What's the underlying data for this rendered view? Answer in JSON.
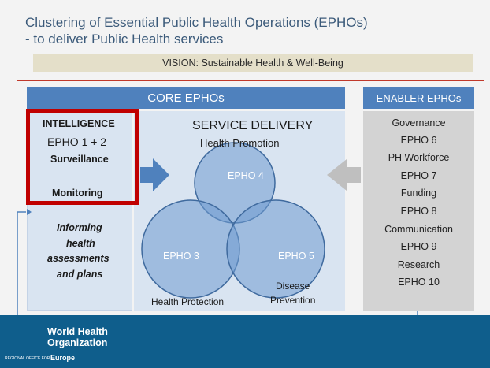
{
  "title": {
    "line1": "Clustering of Essential Public Health Operations (EPHOs)",
    "line2": "- to deliver Public Health services"
  },
  "vision": "VISION:  Sustainable Health & Well-Being",
  "core_header": "CORE EPHOs",
  "enabler_header": "ENABLER EPHOs",
  "intelligence": {
    "title": "INTELLIGENCE",
    "epho": "EPHO 1 + 2",
    "surveillance": "Surveillance",
    "monitoring": "Monitoring",
    "informing_lines": [
      "Informing",
      "health",
      "assessments",
      "and plans"
    ]
  },
  "service_delivery": {
    "title": "SERVICE DELIVERY",
    "health_promotion": "Health Promotion",
    "health_protection": "Health Protection",
    "disease_prevention_lines": [
      "Disease",
      "Prevention"
    ]
  },
  "circles": {
    "top": "EPHO 4",
    "left": "EPHO 3",
    "right": "EPHO 5"
  },
  "enablers": [
    "Governance",
    "EPHO 6",
    "PH Workforce",
    "EPHO 7",
    "Funding",
    "EPHO 8",
    "Communication",
    "EPHO 9",
    "Research",
    "EPHO 10"
  ],
  "footer": {
    "org_line1": "World Health",
    "org_line2": "Organization",
    "regional_prefix": "REGIONAL OFFICE FOR",
    "region": "Europe"
  },
  "colors": {
    "accent_red": "#c00000",
    "header_blue": "#4f81bd",
    "panel_blue": "#d9e4f1",
    "circle_blue": "#6f9bd0",
    "enabler_gray": "#d3d3d3",
    "footer_blue": "#0f5e8c"
  },
  "icons": [
    "who-emblem-icon",
    "right-arrow-blue-icon",
    "left-arrow-gray-icon",
    "feedback-loop-arrow-icon"
  ]
}
